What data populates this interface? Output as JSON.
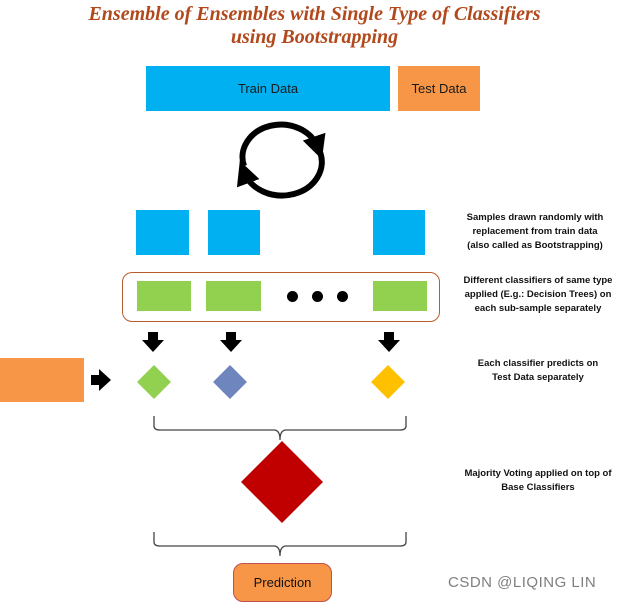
{
  "title": {
    "line1": "Ensemble of Ensembles with Single Type of Classifiers",
    "line2": "using Bootstrapping"
  },
  "boxes": {
    "train": "Train Data",
    "test": "Test Data",
    "prediction": "Prediction"
  },
  "notes": {
    "samples": [
      "Samples drawn randomly with",
      "replacement from train data",
      "(also called as Bootstrapping)"
    ],
    "classifiers": [
      "Different classifiers of same type",
      "applied (E.g.: Decision Trees) on",
      "each sub-sample separately"
    ],
    "predicts": [
      "Each classifier predicts on",
      "Test Data separately"
    ],
    "voting": [
      "Majority Voting applied on top of",
      "Base Classifiers"
    ]
  },
  "watermark": "CSDN @LIQING LIN",
  "colors": {
    "title": "#b1491c",
    "blue": "#00b0f0",
    "orange": "#f79646",
    "green": "#92d050",
    "diamond_green": "#92d050",
    "diamond_blue": "#6e86bd",
    "diamond_yellow": "#ffc000",
    "diamond_red": "#c00000"
  }
}
